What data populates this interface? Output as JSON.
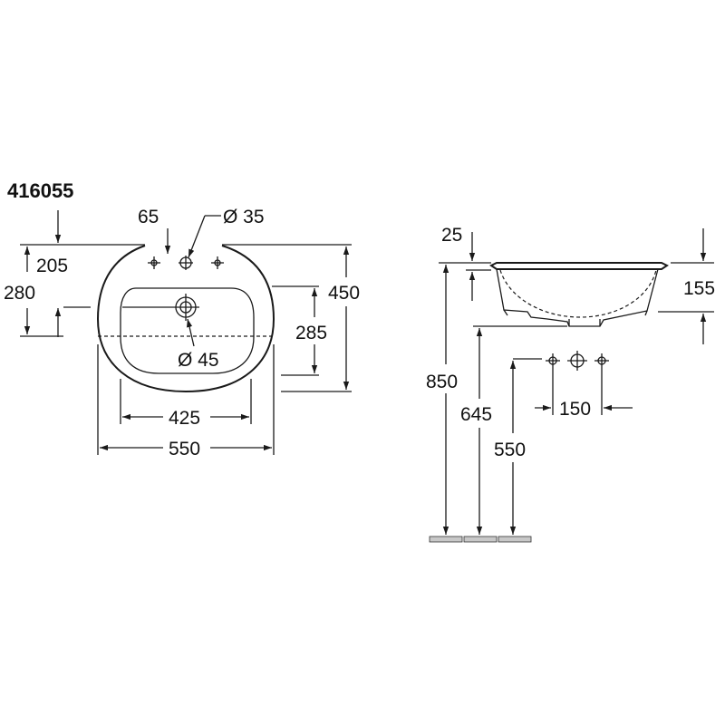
{
  "title": "416055",
  "top_view": {
    "dim_65": "65",
    "dim_d35": "Ø 35",
    "dim_205": "205",
    "dim_280": "280",
    "dim_450": "450",
    "dim_285": "285",
    "dim_d45": "Ø 45",
    "dim_425": "425",
    "dim_550": "550"
  },
  "side_view": {
    "dim_25": "25",
    "dim_155": "155",
    "dim_850": "850",
    "dim_645": "645",
    "dim_550": "550",
    "dim_150": "150"
  },
  "colors": {
    "line": "#1a1a1a",
    "floor": "#c8c8c8",
    "background": "#ffffff"
  }
}
